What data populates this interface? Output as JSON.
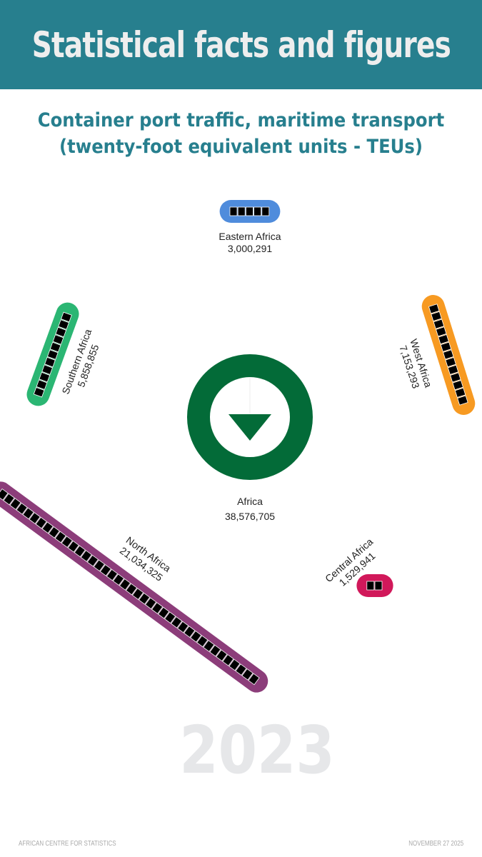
{
  "header": {
    "title": "Statistical facts and figures"
  },
  "chart_data": {
    "type": "pictogram",
    "title": "Container port traffic, maritime transport",
    "subtitle": "(twenty-foot equivalent units - TEUs)",
    "year": "2023",
    "total": {
      "name": "Africa",
      "value": 38576705,
      "label": "38,576,705",
      "color": "#036b38"
    },
    "regions": [
      {
        "name": "Eastern Africa",
        "value": 3000291,
        "label": "3,000,291",
        "color": "#4f8cdc"
      },
      {
        "name": "West Africa",
        "value": 7153293,
        "label": "7,153,293",
        "color": "#f79a22"
      },
      {
        "name": "Central Africa",
        "value": 1529941,
        "label": "1,529,941",
        "color": "#d1185a"
      },
      {
        "name": "North Africa",
        "value": 21034325,
        "label": "21,034,325",
        "color": "#8c3d7a"
      },
      {
        "name": "Southern Africa",
        "value": 5858855,
        "label": "5,858,855",
        "color": "#2bb673"
      }
    ]
  },
  "footer": {
    "left": "AFRICAN CENTRE FOR STATISTICS",
    "right": "NOVEMBER 27 2025"
  }
}
